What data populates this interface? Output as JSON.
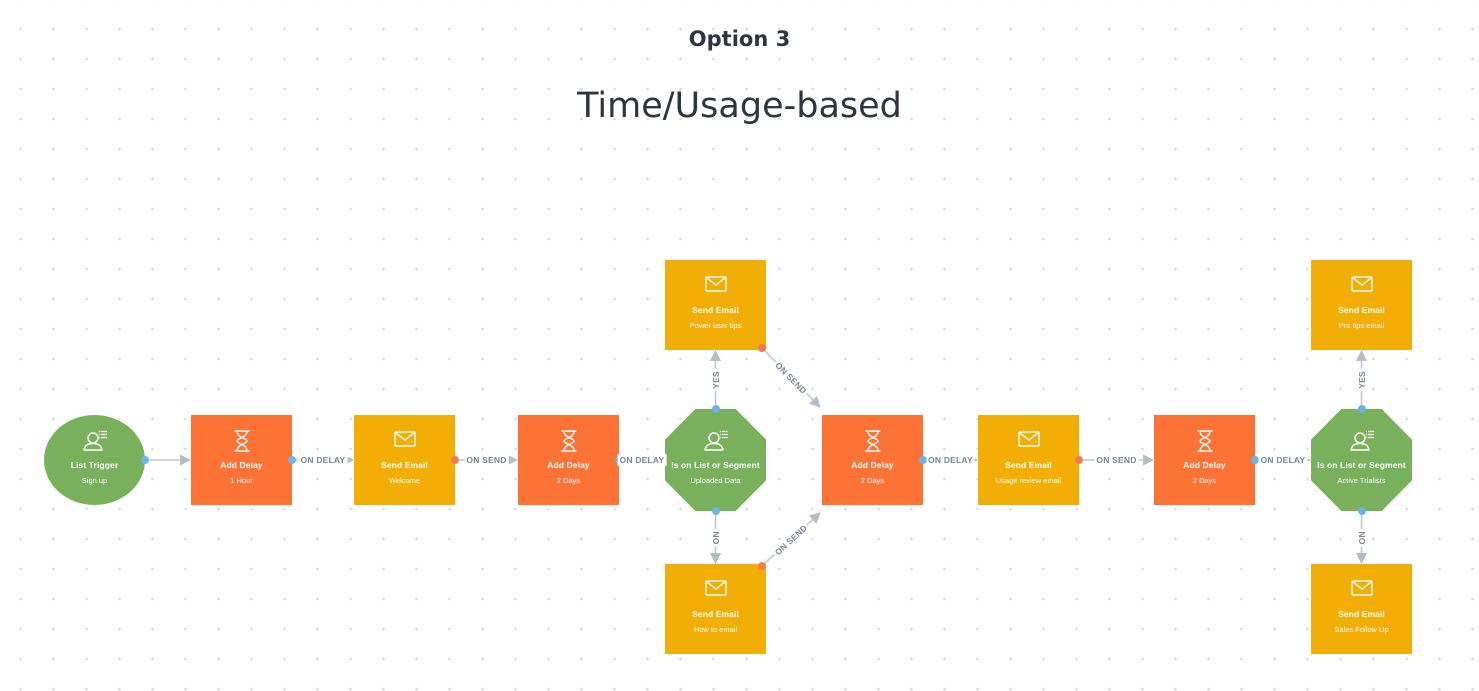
{
  "header": {
    "option": "Option 3",
    "title": "Time/Usage-based"
  },
  "colors": {
    "trigger": "#78b05b",
    "delay": "#fd7336",
    "email": "#f2ae04",
    "condition": "#78b05b",
    "edge": "#c3c8ce",
    "edge_label": "#7b8593",
    "port_blue": "#6ab4e6",
    "port_red": "#f27a57"
  },
  "nodes": [
    {
      "id": "trigger",
      "type": "trigger",
      "icon": "user-list-icon",
      "title": "List Trigger",
      "subtitle": "Sign up"
    },
    {
      "id": "delay1",
      "type": "delay",
      "icon": "hourglass-icon",
      "title": "Add Delay",
      "subtitle": "1 Hour"
    },
    {
      "id": "email1",
      "type": "email",
      "icon": "envelope-icon",
      "title": "Send Email",
      "subtitle": "Welcome"
    },
    {
      "id": "delay2",
      "type": "delay",
      "icon": "hourglass-icon",
      "title": "Add Delay",
      "subtitle": "2 Days"
    },
    {
      "id": "cond1",
      "type": "condition",
      "icon": "user-list-icon",
      "title": "Is on List or Segment",
      "subtitle": "Uploaded Data"
    },
    {
      "id": "email_yes1",
      "type": "email",
      "icon": "envelope-icon",
      "title": "Send Email",
      "subtitle": "Power user tips"
    },
    {
      "id": "email_no1",
      "type": "email",
      "icon": "envelope-icon",
      "title": "Send Email",
      "subtitle": "How to email"
    },
    {
      "id": "delay3",
      "type": "delay",
      "icon": "hourglass-icon",
      "title": "Add Delay",
      "subtitle": "2 Days"
    },
    {
      "id": "email2",
      "type": "email",
      "icon": "envelope-icon",
      "title": "Send Email",
      "subtitle": "Usage review email"
    },
    {
      "id": "delay4",
      "type": "delay",
      "icon": "hourglass-icon",
      "title": "Add Delay",
      "subtitle": "2 Days"
    },
    {
      "id": "cond2",
      "type": "condition",
      "icon": "user-list-icon",
      "title": "Is on List or Segment",
      "subtitle": "Active Trialists"
    },
    {
      "id": "email_yes2",
      "type": "email",
      "icon": "envelope-icon",
      "title": "Send Email",
      "subtitle": "Pro tips email"
    },
    {
      "id": "email_no2",
      "type": "email",
      "icon": "envelope-icon",
      "title": "Send Email",
      "subtitle": "Sales Follow Up"
    }
  ],
  "edges": [
    {
      "from": "trigger",
      "to": "delay1",
      "label": ""
    },
    {
      "from": "delay1",
      "to": "email1",
      "label": "ON DELAY"
    },
    {
      "from": "email1",
      "to": "delay2",
      "label": "ON SEND"
    },
    {
      "from": "delay2",
      "to": "cond1",
      "label": "ON DELAY"
    },
    {
      "from": "cond1",
      "to": "email_yes1",
      "label": "YES"
    },
    {
      "from": "cond1",
      "to": "email_no1",
      "label": "NO"
    },
    {
      "from": "email_yes1",
      "to": "delay3",
      "label": "ON SEND"
    },
    {
      "from": "email_no1",
      "to": "delay3",
      "label": "ON SEND"
    },
    {
      "from": "delay3",
      "to": "email2",
      "label": "ON DELAY"
    },
    {
      "from": "email2",
      "to": "delay4",
      "label": "ON SEND"
    },
    {
      "from": "delay4",
      "to": "cond2",
      "label": "ON DELAY"
    },
    {
      "from": "cond2",
      "to": "email_yes2",
      "label": "YES"
    },
    {
      "from": "cond2",
      "to": "email_no2",
      "label": "NO"
    }
  ]
}
